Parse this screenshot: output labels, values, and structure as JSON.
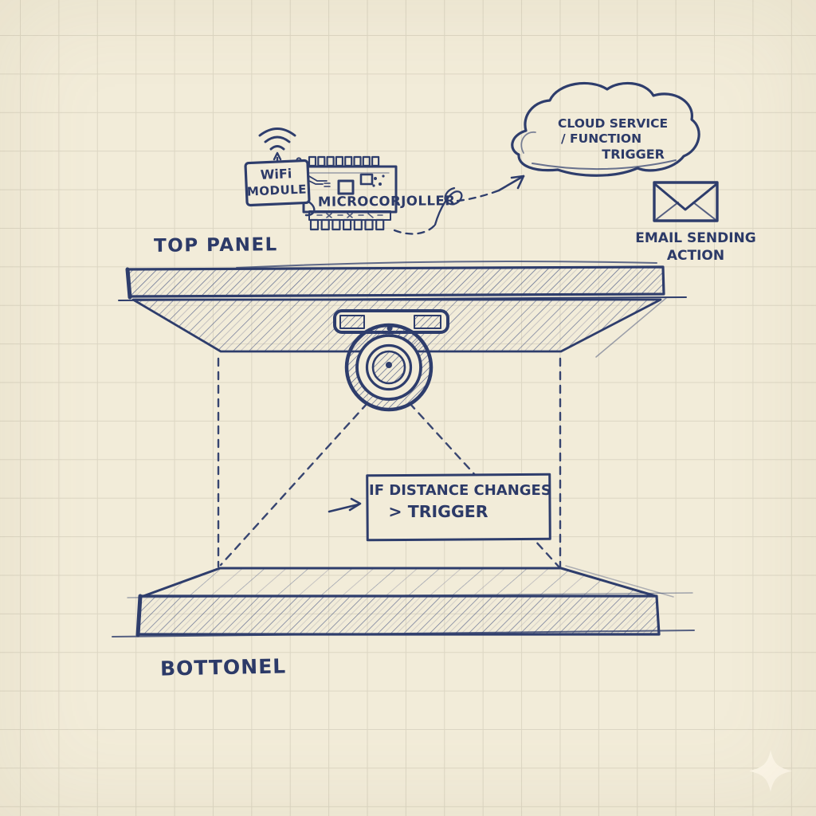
{
  "palette": {
    "paper": "#f2ecd9",
    "grid_line": "#dcd6c3",
    "ink": "#2e3d6c",
    "pencil_gray": "#9a97a6",
    "sparkle": "#fcf7e9"
  },
  "icons": {
    "wifi": "wifi-signal-icon",
    "microcontroller": "microcontroller-chip-icon",
    "cloud": "cloud-shape",
    "email": "envelope-icon",
    "sensor": "distance-sensor-icon",
    "sparkle": "sparkle-icon"
  },
  "labels": {
    "wifi_module": {
      "line1": "WiFi",
      "line2": "MODULE"
    },
    "microcontroller": "MICROCORJOLLER",
    "cloud": {
      "line1": "CLOUD SERVICE",
      "line2": "/ FUNCTION",
      "line3": "TRIGGER"
    },
    "email": {
      "line1": "EMAIL SENDING",
      "line2": "ACTION"
    },
    "top_panel": "TOP PANEL",
    "condition": {
      "line1": "IF DISTANCE CHANGES",
      "line2": "> TRIGGER"
    },
    "bottom_panel": "BOTTONEL"
  }
}
